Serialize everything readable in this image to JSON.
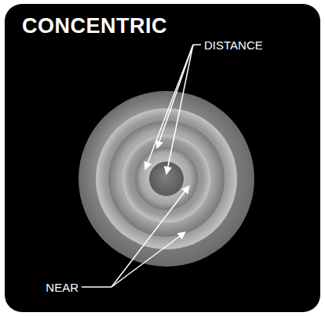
{
  "diagram": {
    "title": "CONCENTRIC",
    "labels": [
      "DISTANCE",
      "NEAR"
    ]
  }
}
